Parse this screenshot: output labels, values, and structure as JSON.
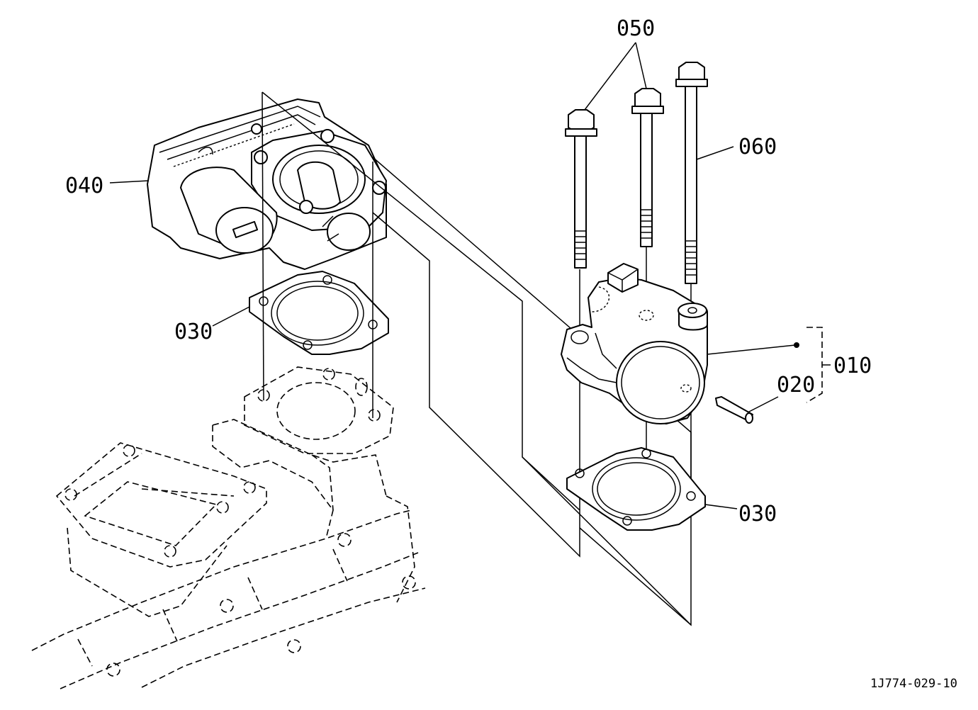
{
  "callouts": {
    "c050": "050",
    "c060": "060",
    "c040": "040",
    "c030_upper": "030",
    "c010": "010",
    "c020": "020",
    "c030_lower": "030"
  },
  "figure_id": "1J774-029-10"
}
